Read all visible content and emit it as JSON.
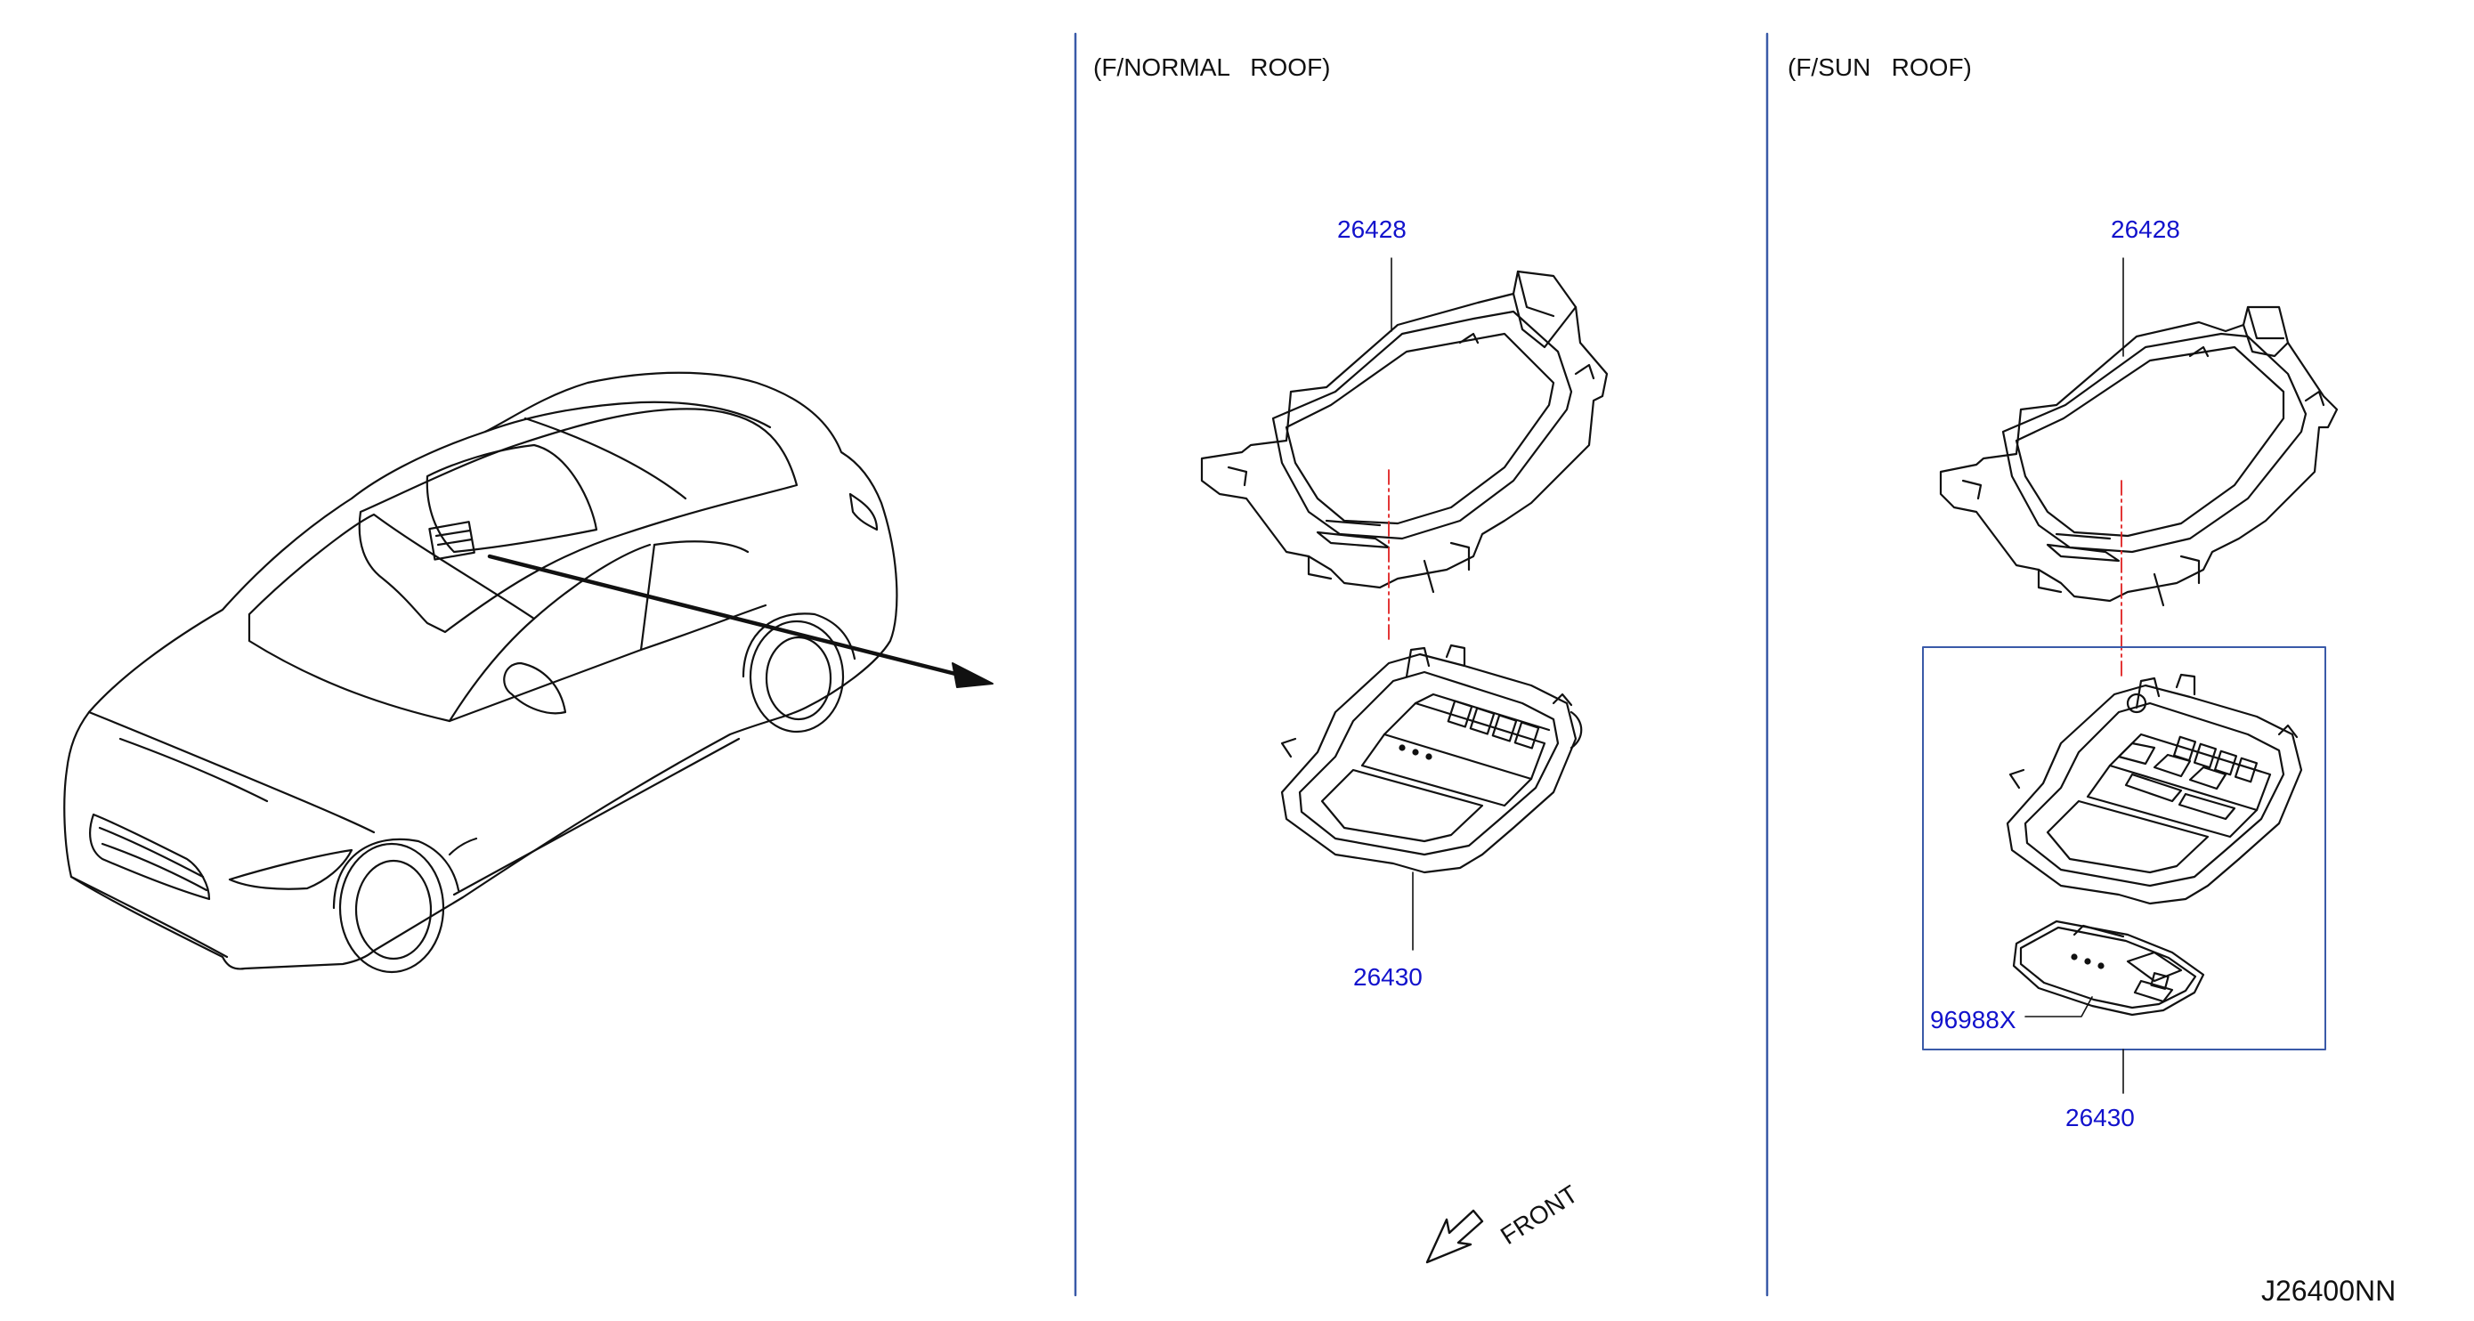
{
  "panels": {
    "normal_roof": {
      "title": "(F/NORMAL   ROOF)",
      "parts": {
        "bracket": "26428",
        "console": "26430"
      }
    },
    "sun_roof": {
      "title": "(F/SUN   ROOF)",
      "parts": {
        "bracket": "26428",
        "switch": "96988X",
        "console": "26430"
      }
    }
  },
  "front_label": "FRONT",
  "diagram_code": "J26400NN",
  "colors": {
    "line": "#111111",
    "part_number": "#1212cc",
    "divider": "#3a5aa8",
    "centerline": "#e02020",
    "box": "#3a5aa8"
  }
}
